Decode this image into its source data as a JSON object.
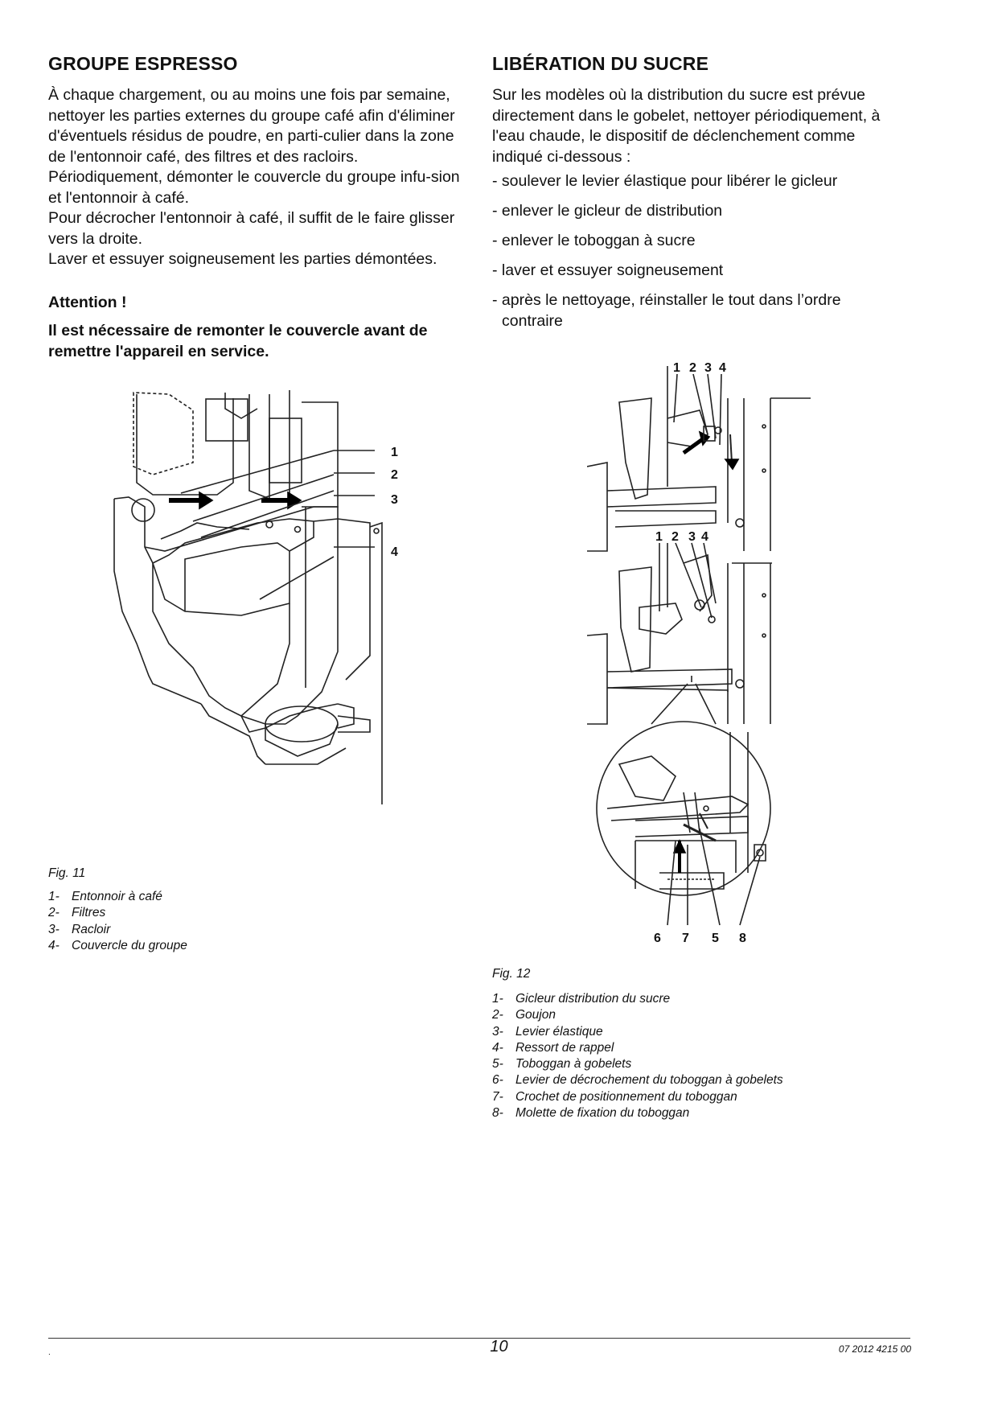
{
  "left": {
    "heading": "GROUPE ESPRESSO",
    "paragraphs": [
      "À chaque chargement, ou au moins une fois par semaine, nettoyer les parties externes du groupe café afin d'éliminer d'éventuels résidus de poudre, en parti-culier dans la zone de l'entonnoir café, des filtres et des racloirs.",
      "Périodiquement, démonter le couvercle du groupe infu-sion et l'entonnoir à café.",
      "Pour décrocher l'entonnoir à café, il suffit de le faire glisser vers la droite.",
      "Laver et essuyer soigneusement les parties démontées."
    ],
    "attention": "Attention !",
    "warning": "Il est nécessaire de remonter le couvercle avant de remettre l'appareil en service.",
    "figure": {
      "callouts": [
        "1",
        "2",
        "3",
        "4"
      ],
      "caption": "Fig. 11",
      "legend": [
        {
          "num": "1-",
          "text": "Entonnoir à café"
        },
        {
          "num": "2-",
          "text": "Filtres"
        },
        {
          "num": "3-",
          "text": "Racloir"
        },
        {
          "num": "4-",
          "text": "Couvercle du groupe"
        }
      ]
    }
  },
  "right": {
    "heading": "LIBÉRATION DU SUCRE",
    "intro": "Sur les modèles où la distribution du sucre est prévue directement dans le gobelet, nettoyer périodiquement, à l'eau chaude, le dispositif de déclenchement comme indiqué ci-dessous :",
    "steps": [
      "- soulever le levier élastique pour libérer le gicleur",
      "- enlever le gicleur de distribution",
      "- enlever le toboggan à sucre",
      "- laver et essuyer soigneusement",
      "- après le nettoyage, réinstaller le tout dans l’ordre contraire"
    ],
    "figure": {
      "top_callouts": [
        "1",
        "2",
        "3",
        "4"
      ],
      "mid_callouts": [
        "1",
        "2",
        "3",
        "4"
      ],
      "bottom_callouts": [
        "6",
        "7",
        "5",
        "8"
      ],
      "caption": "Fig. 12",
      "legend": [
        {
          "num": "1-",
          "text": "Gicleur distribution du sucre"
        },
        {
          "num": "2-",
          "text": "Goujon"
        },
        {
          "num": "3-",
          "text": "Levier élastique"
        },
        {
          "num": "4-",
          "text": "Ressort de rappel"
        },
        {
          "num": "5-",
          "text": "Toboggan à gobelets"
        },
        {
          "num": "6-",
          "text": "Levier de décrochement du toboggan à gobelets"
        },
        {
          "num": "7-",
          "text": "Crochet de positionnement du toboggan"
        },
        {
          "num": "8-",
          "text": "Molette de fixation du toboggan"
        }
      ]
    }
  },
  "footer": {
    "dot": ".",
    "page_number": "10",
    "doc_code": "07 2012 4215 00"
  }
}
